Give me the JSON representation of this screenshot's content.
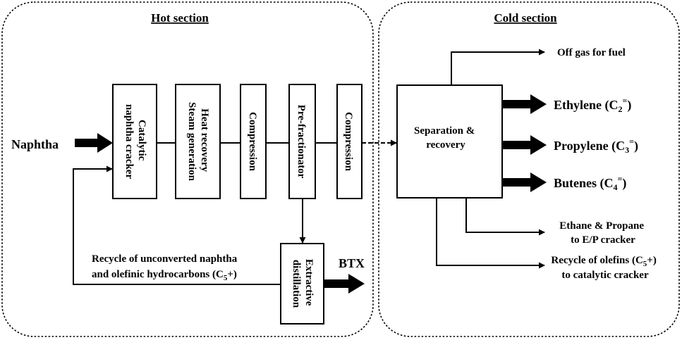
{
  "sections": {
    "hot": "Hot section",
    "cold": "Cold section"
  },
  "units": {
    "cracker": [
      "Catalytic",
      "naphtha cracker"
    ],
    "heat_recovery": [
      "Heat recovery",
      "Steam generation"
    ],
    "compression1": "Compression",
    "prefractionator": "Pre-fractionator",
    "compression2": "Compression",
    "extractive": [
      "Extractive",
      "distillation"
    ],
    "separation": [
      "Separation &",
      "recovery"
    ]
  },
  "streams": {
    "feed": "Naphtha",
    "btx": "BTX",
    "recycle_line1": "Recycle of unconverted naphtha",
    "recycle_line2_pre": "and olefinic hydrocarbons (C",
    "recycle_sub": "5",
    "recycle_post": "+)",
    "offgas": "Off gas for fuel",
    "ethylene_pre": "Ethylene (C",
    "ethylene_sub": "2",
    "ethylene_sup": "=",
    "ethylene_post": ")",
    "propylene_pre": "Propylene (C",
    "propylene_sub": "3",
    "propylene_sup": "=",
    "propylene_post": ")",
    "butenes_pre": "Butenes (C",
    "butenes_sub": "4",
    "butenes_sup": "=",
    "butenes_post": ")",
    "ethane_line1": "Ethane & Propane",
    "ethane_line2": "to E/P cracker",
    "olefins_line1_pre": "Recycle of olefins (C",
    "olefins_sub": "5",
    "olefins_post": "+)",
    "olefins_line2": "to catalytic cracker"
  }
}
